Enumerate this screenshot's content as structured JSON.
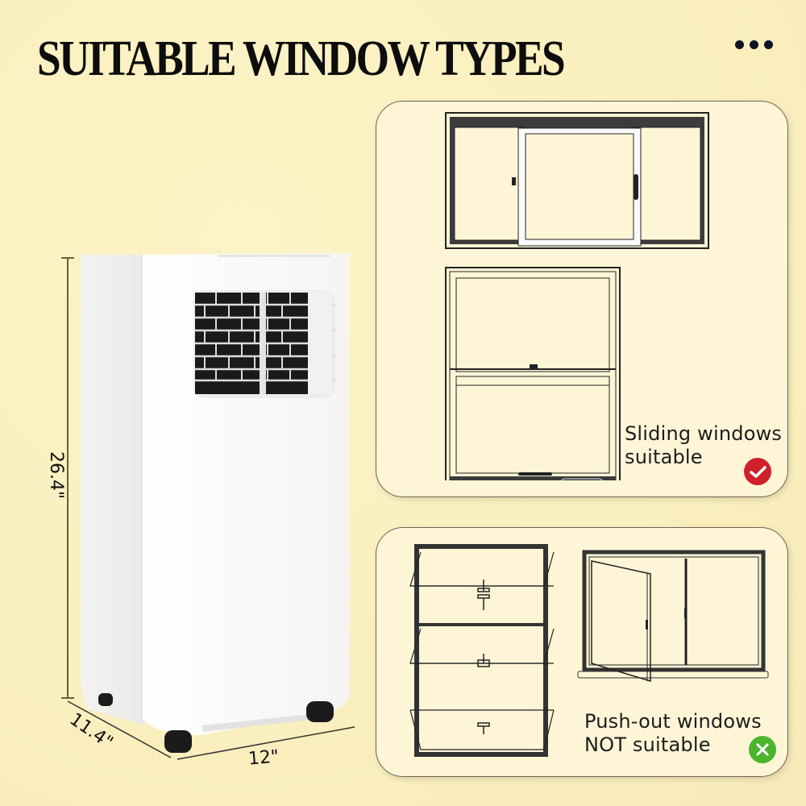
{
  "header": {
    "title": "SUITABLE WINDOW TYPES",
    "more_menu_icon": "more-horizontal-icon"
  },
  "product": {
    "name": "portable-air-conditioner",
    "dimensions": {
      "height": "26.4\"",
      "depth": "11.4\"",
      "width": "12\""
    }
  },
  "panels": [
    {
      "caption_line1": "Sliding windows",
      "caption_line2": "suitable",
      "status_icon": "check-icon",
      "status_color": "#d0202a",
      "illustrations": [
        "horizontal-sliding-window",
        "vertical-sliding-window"
      ]
    },
    {
      "caption_line1": "Push-out windows",
      "caption_line2": "NOT suitable",
      "status_icon": "x-icon",
      "status_color": "#4cb52e",
      "illustrations": [
        "awning-push-out-window",
        "casement-window"
      ]
    }
  ],
  "colors": {
    "background": "#faefbe",
    "panel": "#fdf5d6",
    "title": "#0d0d0d"
  }
}
